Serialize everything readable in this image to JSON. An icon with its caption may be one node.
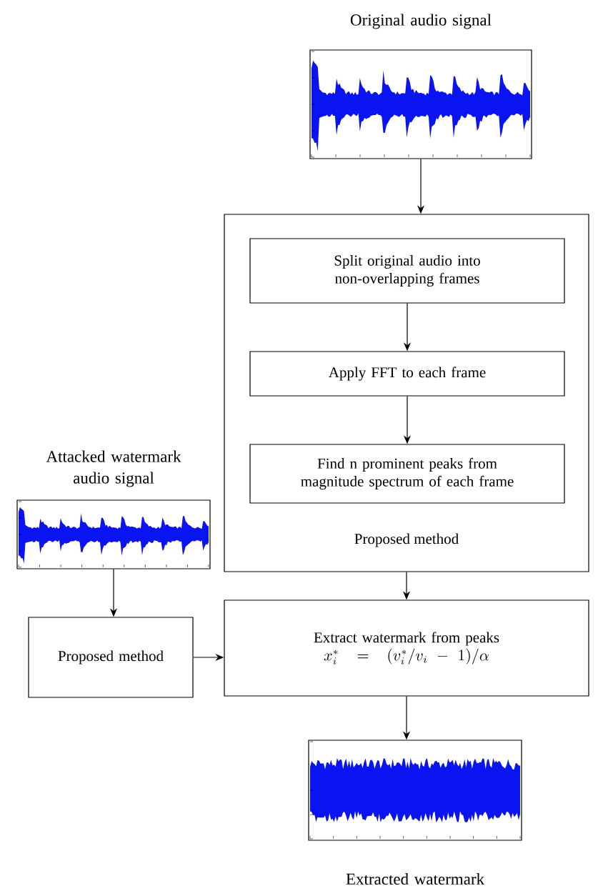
{
  "diagram": {
    "nodes": [
      {
        "text": [
          "Original audio signal"
        ]
      },
      {
        "text": [
          "Proposed method"
        ]
      },
      {
        "text": [
          "Split original audio into non-overlapping frames"
        ],
        "in": 1
      },
      {
        "text": [
          "Apply FFT to each frame"
        ],
        "in": 1
      },
      {
        "text": [
          "Find n prominent peaks from magnitude spectrum of each frame"
        ],
        "in": 1
      },
      {
        "text": [
          "Attacked watermark audio signal"
        ]
      },
      {
        "text": [
          "Proposed method"
        ]
      },
      {
        "text": [
          "Extract watermark from peaks",
          "x_i^*=(v_i^*/v_i-1)/\\alpha"
        ]
      },
      {
        "text": [
          "Extracted watermark"
        ]
      }
    ],
    "edges": [
      {
        "from": 0,
        "to": 1,
        "arrow": "to"
      },
      {
        "from": 2,
        "to": 3,
        "arrow": "to"
      },
      {
        "from": 3,
        "to": 4,
        "arrow": "to"
      },
      {
        "from": 1,
        "to": 7,
        "arrow": "to"
      },
      {
        "from": 5,
        "to": 6,
        "arrow": "to"
      },
      {
        "from": 6,
        "to": 7,
        "arrow": "to"
      },
      {
        "from": 7,
        "to": 8,
        "arrow": "to"
      }
    ]
  }
}
